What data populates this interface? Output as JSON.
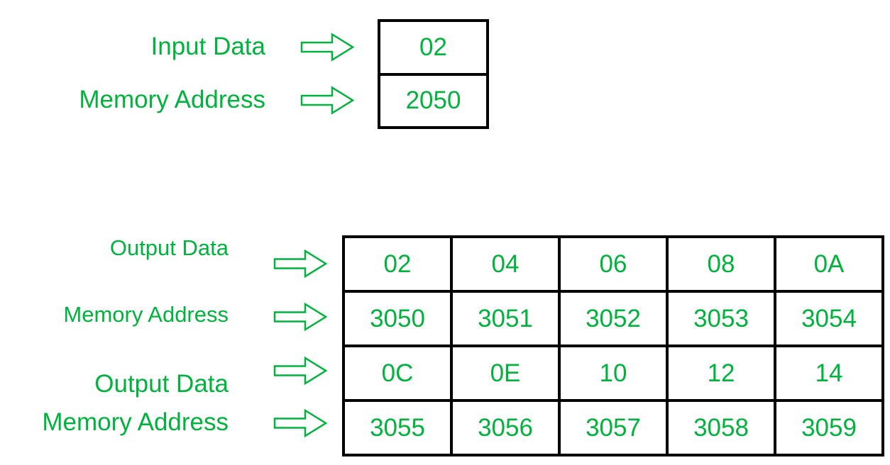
{
  "colors": {
    "text_green": "#00b33c",
    "border_black": "#000000",
    "background": "#ffffff"
  },
  "input_section": {
    "rows": [
      {
        "label": "Input Data",
        "value": "02"
      },
      {
        "label": "Memory Address",
        "value": "2050"
      }
    ]
  },
  "output_section": {
    "rows": [
      {
        "label": "Output Data",
        "cells": [
          "02",
          "04",
          "06",
          "08",
          "0A"
        ]
      },
      {
        "label": "Memory Address",
        "cells": [
          "3050",
          "3051",
          "3052",
          "3053",
          "3054"
        ]
      },
      {
        "label": "Output Data",
        "cells": [
          "0C",
          "0E",
          "10",
          "12",
          "14"
        ]
      },
      {
        "label": "Memory Address",
        "cells": [
          "3055",
          "3056",
          "3057",
          "3058",
          "3059"
        ]
      }
    ]
  },
  "icons": {
    "arrow": "arrow-right-icon"
  }
}
